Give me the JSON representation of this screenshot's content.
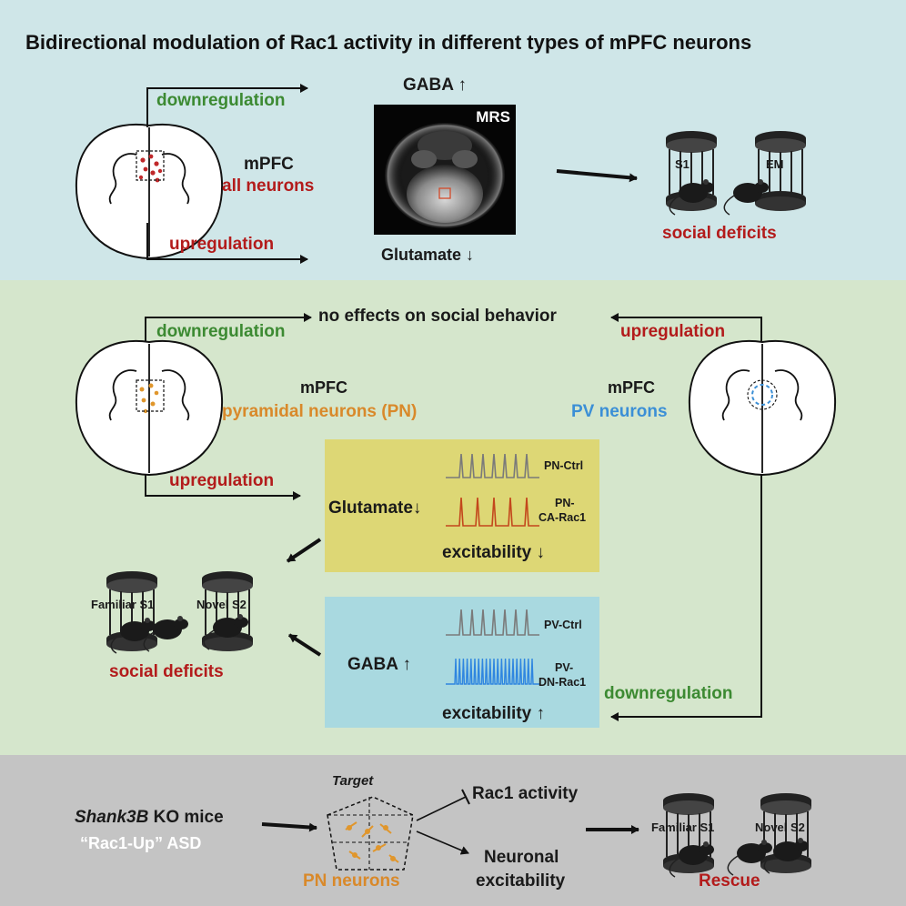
{
  "title": "Bidirectional modulation of Rac1 activity in different types of mPFC neurons",
  "top": {
    "downregulation": "downregulation",
    "upregulation": "upregulation",
    "mpfc": "mPFC",
    "all_neurons": "all neurons",
    "gaba": "GABA",
    "glutamate": "Glutamate",
    "mrs": "MRS",
    "cage_s1": "S1",
    "cage_em": "EM",
    "social_deficits": "social deficits"
  },
  "middle": {
    "no_effects": "no effects on social behavior",
    "left_downregulation": "downregulation",
    "left_upregulation": "upregulation",
    "right_upregulation": "upregulation",
    "right_downregulation": "downregulation",
    "pn_mpfc": "mPFC",
    "pn_label": "pyramidal neurons (PN)",
    "pv_mpfc": "mPFC",
    "pv_label": "PV neurons",
    "pn_box": {
      "pn_ctrl": "PN-Ctrl",
      "pn_ca_1": "PN-",
      "pn_ca_2": "CA-Rac1",
      "glutamate": "Glutamate",
      "excitability": "excitability"
    },
    "pv_box": {
      "pv_ctrl": "PV-Ctrl",
      "pv_dn_1": "PV-",
      "pv_dn_2": "DN-Rac1",
      "gaba": "GABA",
      "excitability": "excitability"
    },
    "familiar": "Familiar S1",
    "novel": "Novel S2",
    "social_deficits": "social deficits"
  },
  "bottom": {
    "shank_italic": "Shank3B",
    "shank_rest": " KO mice",
    "rac1_up": "“Rac1-Up” ASD",
    "target": "Target",
    "pn_neurons": "PN neurons",
    "rac1_activity": "Rac1 activity",
    "neuronal": "Neuronal",
    "excitability": "excitability",
    "familiar": "Familiar S1",
    "novel": "Novel S2",
    "rescue": "Rescue"
  },
  "colors": {
    "green": "#3c8a32",
    "red": "#b31b1b",
    "orange": "#d9892a",
    "blue": "#3b8fd6",
    "top_bg": "#cfe6e8",
    "mid_bg": "#d5e6cc",
    "bot_bg": "#c4c4c4",
    "pn_box": "#ddd775",
    "pv_box": "#a9d9e0"
  }
}
